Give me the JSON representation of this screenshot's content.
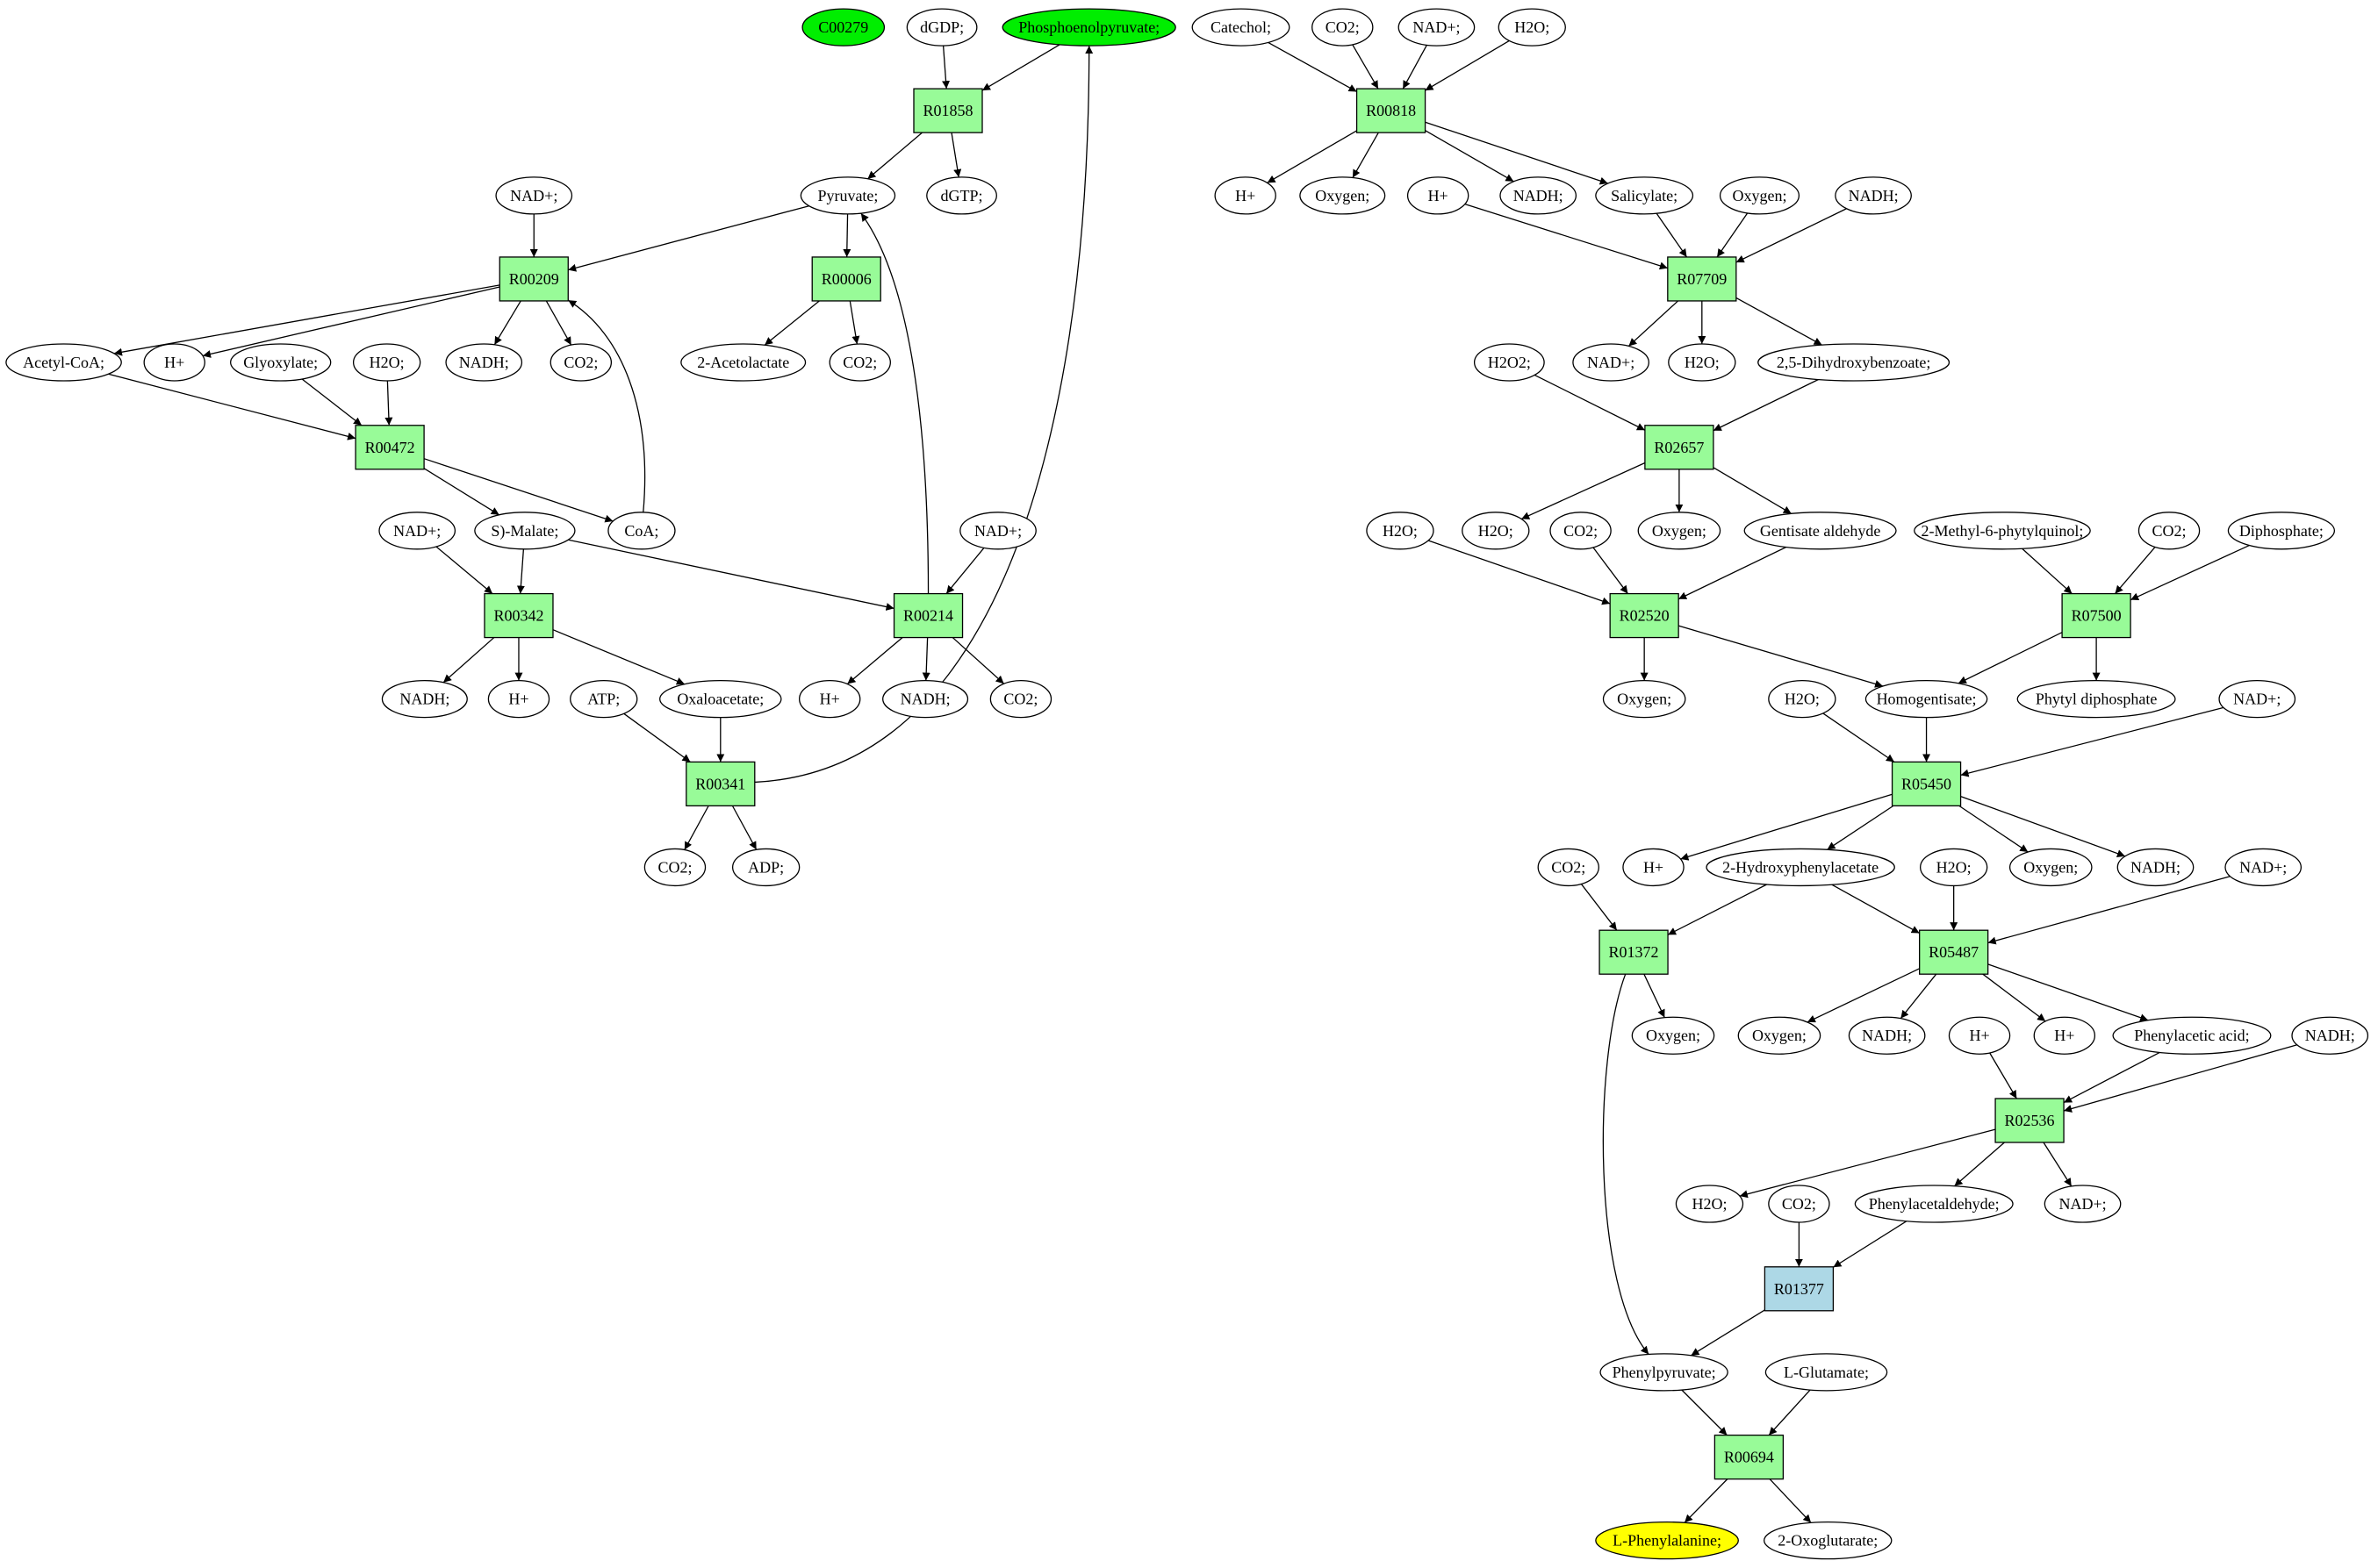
{
  "colors": {
    "reaction": "#98fb98",
    "reaction_highlight": "#add8e6",
    "compound": "#ffffff",
    "compound_source": "#00ee00",
    "compound_target": "#ffff00",
    "stroke": "#000000"
  },
  "reactions": {
    "R01858": {
      "label": "R01858",
      "color": "#98fb98"
    },
    "R00209": {
      "label": "R00209",
      "color": "#98fb98"
    },
    "R00006": {
      "label": "R00006",
      "color": "#98fb98"
    },
    "R00472": {
      "label": "R00472",
      "color": "#98fb98"
    },
    "R00342": {
      "label": "R00342",
      "color": "#98fb98"
    },
    "R00214": {
      "label": "R00214",
      "color": "#98fb98"
    },
    "R00341": {
      "label": "R00341",
      "color": "#98fb98"
    },
    "R00818": {
      "label": "R00818",
      "color": "#98fb98"
    },
    "R07709": {
      "label": "R07709",
      "color": "#98fb98"
    },
    "R02657": {
      "label": "R02657",
      "color": "#98fb98"
    },
    "R02520": {
      "label": "R02520",
      "color": "#98fb98"
    },
    "R07500": {
      "label": "R07500",
      "color": "#98fb98"
    },
    "R05450": {
      "label": "R05450",
      "color": "#98fb98"
    },
    "R01372": {
      "label": "R01372",
      "color": "#98fb98"
    },
    "R05487": {
      "label": "R05487",
      "color": "#98fb98"
    },
    "R02536": {
      "label": "R02536",
      "color": "#98fb98"
    },
    "R01377": {
      "label": "R01377",
      "color": "#add8e6"
    },
    "R00694": {
      "label": "R00694",
      "color": "#98fb98"
    }
  },
  "compounds": {
    "c00279": {
      "label": "C00279",
      "color": "#00ee00"
    },
    "dgdp": {
      "label": "dGDP;"
    },
    "pep": {
      "label": "Phosphoenolpyruvate;",
      "color": "#00ee00"
    },
    "pyruvate": {
      "label": "Pyruvate;"
    },
    "dgtp": {
      "label": "dGTP;"
    },
    "nad_r209": {
      "label": "NAD+;"
    },
    "acetylcoa": {
      "label": "Acetyl-CoA;"
    },
    "h_r209": {
      "label": "H+"
    },
    "nadh_r209": {
      "label": "NADH;"
    },
    "co2_r209": {
      "label": "CO2;"
    },
    "acetolactate": {
      "label": "2-Acetolactate"
    },
    "co2_r006": {
      "label": "CO2;"
    },
    "glyoxylate": {
      "label": "Glyoxylate;"
    },
    "h2o_r472": {
      "label": "H2O;"
    },
    "malate": {
      "label": "S)-Malate;"
    },
    "coa": {
      "label": "CoA;"
    },
    "nad_r342": {
      "label": "NAD+;"
    },
    "nad_r214": {
      "label": "NAD+;"
    },
    "nadh_r342": {
      "label": "NADH;"
    },
    "h_r342": {
      "label": "H+"
    },
    "atp": {
      "label": "ATP;"
    },
    "oxaloacetate": {
      "label": "Oxaloacetate;"
    },
    "h_r214": {
      "label": "H+"
    },
    "nadh_r214": {
      "label": "NADH;"
    },
    "co2_r214": {
      "label": "CO2;"
    },
    "co2_r341": {
      "label": "CO2;"
    },
    "adp": {
      "label": "ADP;"
    },
    "catechol": {
      "label": "Catechol;"
    },
    "co2_r818": {
      "label": "CO2;"
    },
    "nad_r818": {
      "label": "NAD+;"
    },
    "h2o_r818": {
      "label": "H2O;"
    },
    "h_r818": {
      "label": "H+"
    },
    "oxygen_r818": {
      "label": "Oxygen;"
    },
    "h_r7709": {
      "label": "H+"
    },
    "nadh_r818": {
      "label": "NADH;"
    },
    "salicylate": {
      "label": "Salicylate;"
    },
    "oxygen_r7709": {
      "label": "Oxygen;"
    },
    "nadh_r7709": {
      "label": "NADH;"
    },
    "h2o2": {
      "label": "H2O2;"
    },
    "nad_r7709": {
      "label": "NAD+;"
    },
    "h2o_r7709": {
      "label": "H2O;"
    },
    "dhb": {
      "label": "2,5-Dihydroxybenzoate;"
    },
    "h2o_r2520": {
      "label": "H2O;"
    },
    "h2o_r2657": {
      "label": "H2O;"
    },
    "co2_r2520": {
      "label": "CO2;"
    },
    "oxygen_r2657": {
      "label": "Oxygen;"
    },
    "gentisate_ald": {
      "label": "Gentisate aldehyde"
    },
    "mpq": {
      "label": "2-Methyl-6-phytylquinol;"
    },
    "co2_r7500": {
      "label": "CO2;"
    },
    "diphosphate": {
      "label": "Diphosphate;"
    },
    "oxygen_r2520": {
      "label": "Oxygen;"
    },
    "h2o_r5450": {
      "label": "H2O;"
    },
    "homogentisate": {
      "label": "Homogentisate;"
    },
    "phytyl": {
      "label": "Phytyl diphosphate"
    },
    "nad_r5450": {
      "label": "NAD+;"
    },
    "co2_r1372": {
      "label": "CO2;"
    },
    "h_r5450": {
      "label": "H+"
    },
    "hpa": {
      "label": "2-Hydroxyphenylacetate"
    },
    "h2o_r5487": {
      "label": "H2O;"
    },
    "oxygen_r5450": {
      "label": "Oxygen;"
    },
    "nadh_r5450": {
      "label": "NADH;"
    },
    "nad_r5487": {
      "label": "NAD+;"
    },
    "oxygen_r1372": {
      "label": "Oxygen;"
    },
    "oxygen_r5487": {
      "label": "Oxygen;"
    },
    "nadh_r5487": {
      "label": "NADH;"
    },
    "h_r2536": {
      "label": "H+"
    },
    "h_r5487": {
      "label": "H+"
    },
    "phenylacetic": {
      "label": "Phenylacetic acid;"
    },
    "nadh_r2536": {
      "label": "NADH;"
    },
    "h2o_r2536": {
      "label": "H2O;"
    },
    "co2_r1377": {
      "label": "CO2;"
    },
    "phenylacetaldehyde": {
      "label": "Phenylacetaldehyde;"
    },
    "nad_r2536": {
      "label": "NAD+;"
    },
    "phenylpyruvate": {
      "label": "Phenylpyruvate;"
    },
    "glutamate": {
      "label": "L-Glutamate;"
    },
    "phenylalanine": {
      "label": "L-Phenylalanine;",
      "color": "#ffff00"
    },
    "oxoglutarate": {
      "label": "2-Oxoglutarate;"
    }
  },
  "edges": [
    [
      "dgdp",
      "R01858"
    ],
    [
      "pep",
      "R01858"
    ],
    [
      "R01858",
      "pyruvate"
    ],
    [
      "R01858",
      "dgtp"
    ],
    [
      "nad_r209",
      "R00209"
    ],
    [
      "pyruvate",
      "R00209"
    ],
    [
      "coa",
      "R00209"
    ],
    [
      "R00209",
      "acetylcoa"
    ],
    [
      "R00209",
      "h_r209"
    ],
    [
      "R00209",
      "nadh_r209"
    ],
    [
      "R00209",
      "co2_r209"
    ],
    [
      "pyruvate",
      "R00006"
    ],
    [
      "R00006",
      "acetolactate"
    ],
    [
      "R00006",
      "co2_r006"
    ],
    [
      "acetylcoa",
      "R00472"
    ],
    [
      "glyoxylate",
      "R00472"
    ],
    [
      "h2o_r472",
      "R00472"
    ],
    [
      "R00472",
      "malate"
    ],
    [
      "R00472",
      "coa"
    ],
    [
      "nad_r342",
      "R00342"
    ],
    [
      "malate",
      "R00342"
    ],
    [
      "R00342",
      "nadh_r342"
    ],
    [
      "R00342",
      "h_r342"
    ],
    [
      "R00342",
      "oxaloacetate"
    ],
    [
      "malate",
      "R00214"
    ],
    [
      "nad_r214",
      "R00214"
    ],
    [
      "R00214",
      "pyruvate"
    ],
    [
      "R00214",
      "h_r214"
    ],
    [
      "R00214",
      "nadh_r214"
    ],
    [
      "R00214",
      "co2_r214"
    ],
    [
      "atp",
      "R00341"
    ],
    [
      "oxaloacetate",
      "R00341"
    ],
    [
      "R00341",
      "co2_r341"
    ],
    [
      "R00341",
      "adp"
    ],
    [
      "R00341",
      "pep"
    ],
    [
      "catechol",
      "R00818"
    ],
    [
      "co2_r818",
      "R00818"
    ],
    [
      "nad_r818",
      "R00818"
    ],
    [
      "h2o_r818",
      "R00818"
    ],
    [
      "R00818",
      "h_r818"
    ],
    [
      "R00818",
      "oxygen_r818"
    ],
    [
      "R00818",
      "nadh_r818"
    ],
    [
      "R00818",
      "salicylate"
    ],
    [
      "h_r7709",
      "R07709"
    ],
    [
      "salicylate",
      "R07709"
    ],
    [
      "oxygen_r7709",
      "R07709"
    ],
    [
      "nadh_r7709",
      "R07709"
    ],
    [
      "R07709",
      "nad_r7709"
    ],
    [
      "R07709",
      "h2o_r7709"
    ],
    [
      "R07709",
      "dhb"
    ],
    [
      "h2o2",
      "R02657"
    ],
    [
      "dhb",
      "R02657"
    ],
    [
      "R02657",
      "h2o_r2657"
    ],
    [
      "R02657",
      "oxygen_r2657"
    ],
    [
      "R02657",
      "gentisate_ald"
    ],
    [
      "h2o_r2520",
      "R02520"
    ],
    [
      "co2_r2520",
      "R02520"
    ],
    [
      "gentisate_ald",
      "R02520"
    ],
    [
      "R02520",
      "oxygen_r2520"
    ],
    [
      "R02520",
      "homogentisate"
    ],
    [
      "mpq",
      "R07500"
    ],
    [
      "co2_r7500",
      "R07500"
    ],
    [
      "diphosphate",
      "R07500"
    ],
    [
      "R07500",
      "homogentisate"
    ],
    [
      "R07500",
      "phytyl"
    ],
    [
      "h2o_r5450",
      "R05450"
    ],
    [
      "homogentisate",
      "R05450"
    ],
    [
      "nad_r5450",
      "R05450"
    ],
    [
      "R05450",
      "h_r5450"
    ],
    [
      "R05450",
      "hpa"
    ],
    [
      "R05450",
      "oxygen_r5450"
    ],
    [
      "R05450",
      "nadh_r5450"
    ],
    [
      "co2_r1372",
      "R01372"
    ],
    [
      "hpa",
      "R01372"
    ],
    [
      "R01372",
      "oxygen_r1372"
    ],
    [
      "R01372",
      "phenylpyruvate"
    ],
    [
      "hpa",
      "R05487"
    ],
    [
      "h2o_r5487",
      "R05487"
    ],
    [
      "nad_r5487",
      "R05487"
    ],
    [
      "R05487",
      "oxygen_r5487"
    ],
    [
      "R05487",
      "nadh_r5487"
    ],
    [
      "R05487",
      "h_r5487"
    ],
    [
      "R05487",
      "phenylacetic"
    ],
    [
      "h_r2536",
      "R02536"
    ],
    [
      "phenylacetic",
      "R02536"
    ],
    [
      "nadh_r2536",
      "R02536"
    ],
    [
      "R02536",
      "h2o_r2536"
    ],
    [
      "R02536",
      "phenylacetaldehyde"
    ],
    [
      "R02536",
      "nad_r2536"
    ],
    [
      "co2_r1377",
      "R01377"
    ],
    [
      "phenylacetaldehyde",
      "R01377"
    ],
    [
      "R01377",
      "phenylpyruvate"
    ],
    [
      "phenylpyruvate",
      "R00694"
    ],
    [
      "glutamate",
      "R00694"
    ],
    [
      "R00694",
      "phenylalanine"
    ],
    [
      "R00694",
      "oxoglutarate"
    ]
  ]
}
